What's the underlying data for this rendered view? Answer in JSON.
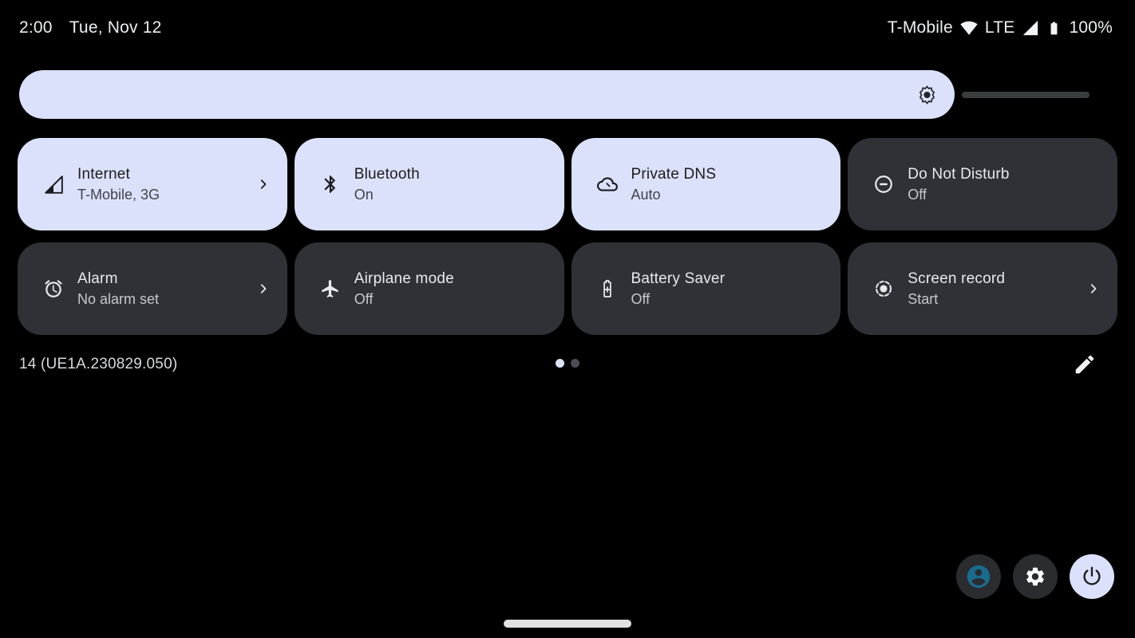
{
  "status_bar": {
    "time": "2:00",
    "date": "Tue, Nov 12",
    "carrier": "T-Mobile",
    "network_type": "LTE",
    "battery_percent": "100%"
  },
  "brightness": {
    "value_percent": 87
  },
  "tiles": [
    {
      "label": "Internet",
      "sublabel": "T-Mobile, 3G",
      "icon": "cellular-signal-icon",
      "active": true,
      "chevron": true
    },
    {
      "label": "Bluetooth",
      "sublabel": "On",
      "icon": "bluetooth-icon",
      "active": true,
      "chevron": false
    },
    {
      "label": "Private DNS",
      "sublabel": "Auto",
      "icon": "private-dns-cloud-icon",
      "active": true,
      "chevron": false
    },
    {
      "label": "Do Not Disturb",
      "sublabel": "Off",
      "icon": "do-not-disturb-icon",
      "active": false,
      "chevron": false
    },
    {
      "label": "Alarm",
      "sublabel": "No alarm set",
      "icon": "alarm-clock-icon",
      "active": false,
      "chevron": true
    },
    {
      "label": "Airplane mode",
      "sublabel": "Off",
      "icon": "airplane-icon",
      "active": false,
      "chevron": false
    },
    {
      "label": "Battery Saver",
      "sublabel": "Off",
      "icon": "battery-saver-icon",
      "active": false,
      "chevron": false
    },
    {
      "label": "Screen record",
      "sublabel": "Start",
      "icon": "screen-record-icon",
      "active": false,
      "chevron": true
    }
  ],
  "footer": {
    "build_number": "14 (UE1A.230829.050)",
    "page_count": 2,
    "active_page": 1
  },
  "colors": {
    "accent": "#dce1fb",
    "tile_dark": "#2f3136",
    "avatar_teal": "#1a6c8e",
    "background": "#000000"
  }
}
